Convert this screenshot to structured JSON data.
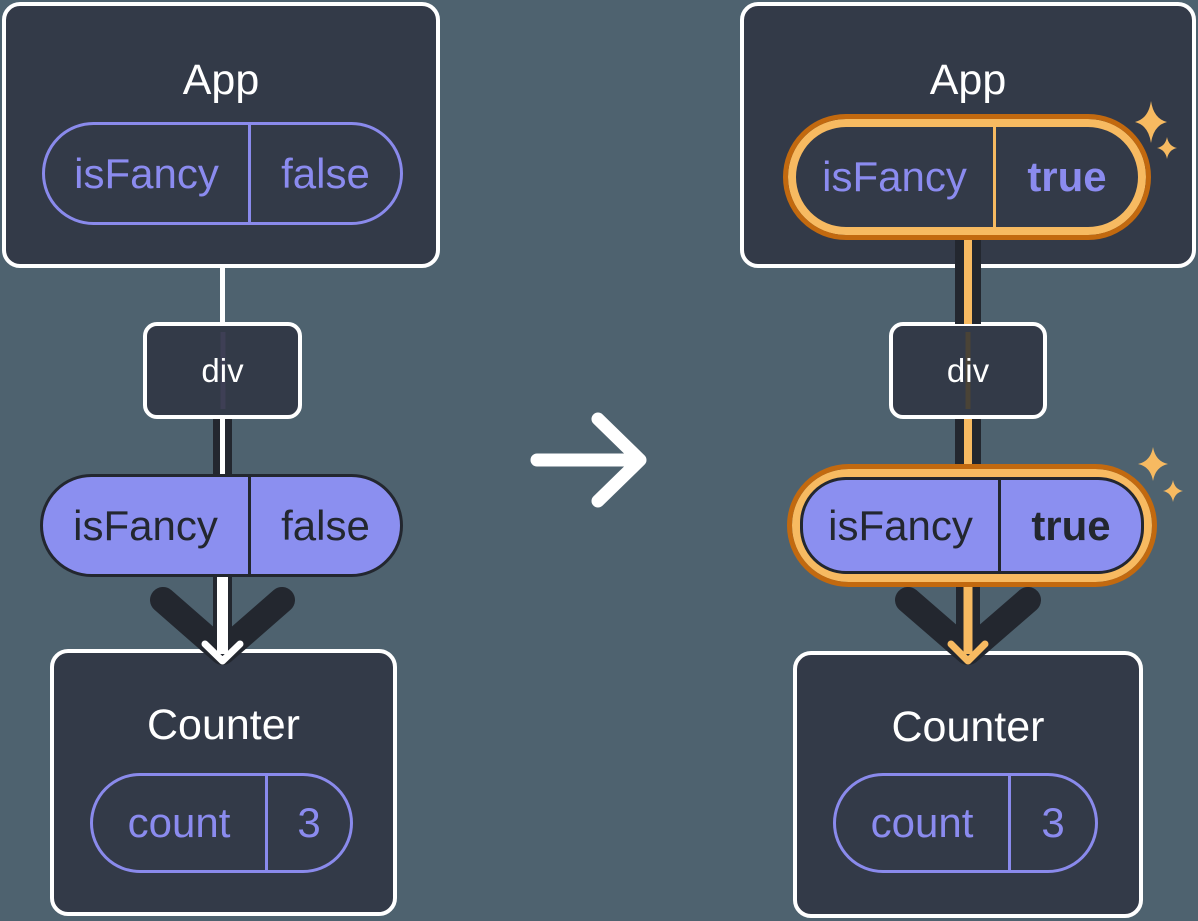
{
  "colors": {
    "background": "#4E626F",
    "card": "#333A48",
    "ink": "#23272F",
    "white": "#FFFFFF",
    "purple_outline": "#8A8AEC",
    "purple_fill": "#8B8FF0",
    "purple_text": "#8B8BEF",
    "orange_dark": "#C2690F",
    "orange_light": "#F7BA61"
  },
  "icons": {
    "transition_arrow": "→",
    "sparkle": "✦",
    "flow_arrowhead": "v"
  },
  "left_tree": {
    "app": {
      "title": "App",
      "prop": {
        "name": "isFancy",
        "value": "false"
      }
    },
    "div_box": {
      "label": "div"
    },
    "passed_prop": {
      "name": "isFancy",
      "value": "false"
    },
    "counter": {
      "title": "Counter",
      "state": {
        "name": "count",
        "value": "3"
      }
    }
  },
  "right_tree": {
    "app": {
      "title": "App",
      "prop": {
        "name": "isFancy",
        "value": "true"
      }
    },
    "div_box": {
      "label": "div"
    },
    "passed_prop": {
      "name": "isFancy",
      "value": "true"
    },
    "counter": {
      "title": "Counter",
      "state": {
        "name": "count",
        "value": "3"
      }
    }
  }
}
